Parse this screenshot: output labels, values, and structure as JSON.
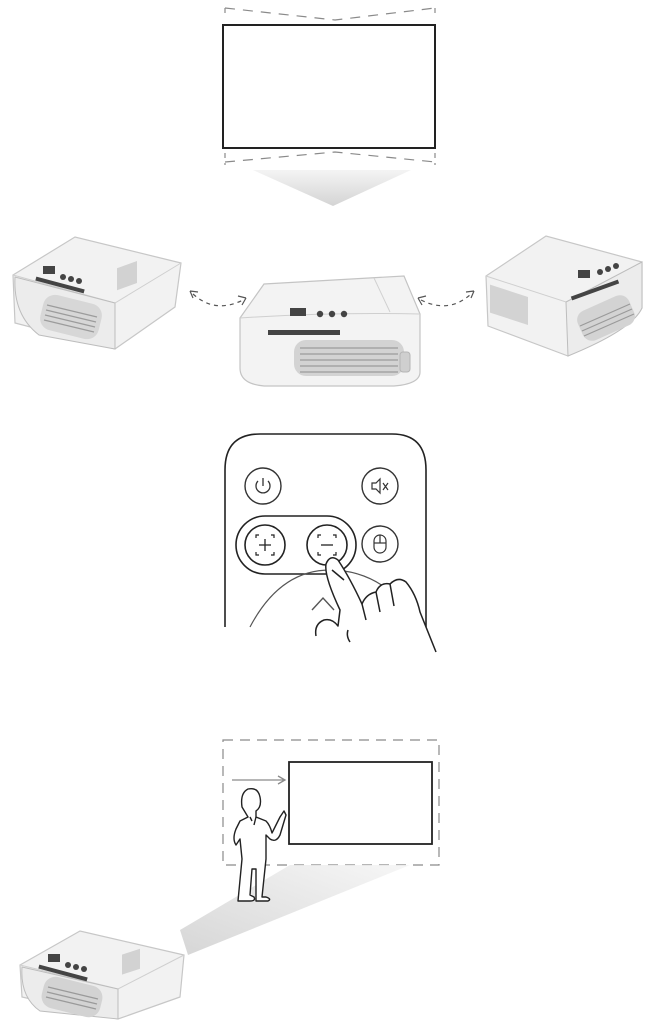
{
  "palette": {
    "line": "#222222",
    "dash": "#8a8a8a",
    "beam": "#d9d9d9",
    "device_body": "#f3f3f3",
    "device_shadow": "#dcdcdc"
  },
  "illustrations": [
    {
      "name": "keystone-screen",
      "icon": "screen-with-keystone-guides-icon"
    },
    {
      "name": "projector-tilt",
      "icon": "projector-rotate-icon"
    },
    {
      "name": "remote-focus",
      "icon": "remote-control-icon"
    },
    {
      "name": "auto-obstacle-avoidance",
      "icon": "person-in-front-of-screen-icon"
    }
  ],
  "remote": {
    "buttons": [
      {
        "name": "power",
        "icon": "power-icon"
      },
      {
        "name": "mute",
        "icon": "mute-icon"
      },
      {
        "name": "focus_plus",
        "icon": "focus-plus-icon"
      },
      {
        "name": "focus_minus",
        "icon": "focus-minus-icon"
      },
      {
        "name": "mouse",
        "icon": "mouse-icon"
      },
      {
        "name": "up",
        "icon": "chevron-up-icon"
      }
    ]
  }
}
